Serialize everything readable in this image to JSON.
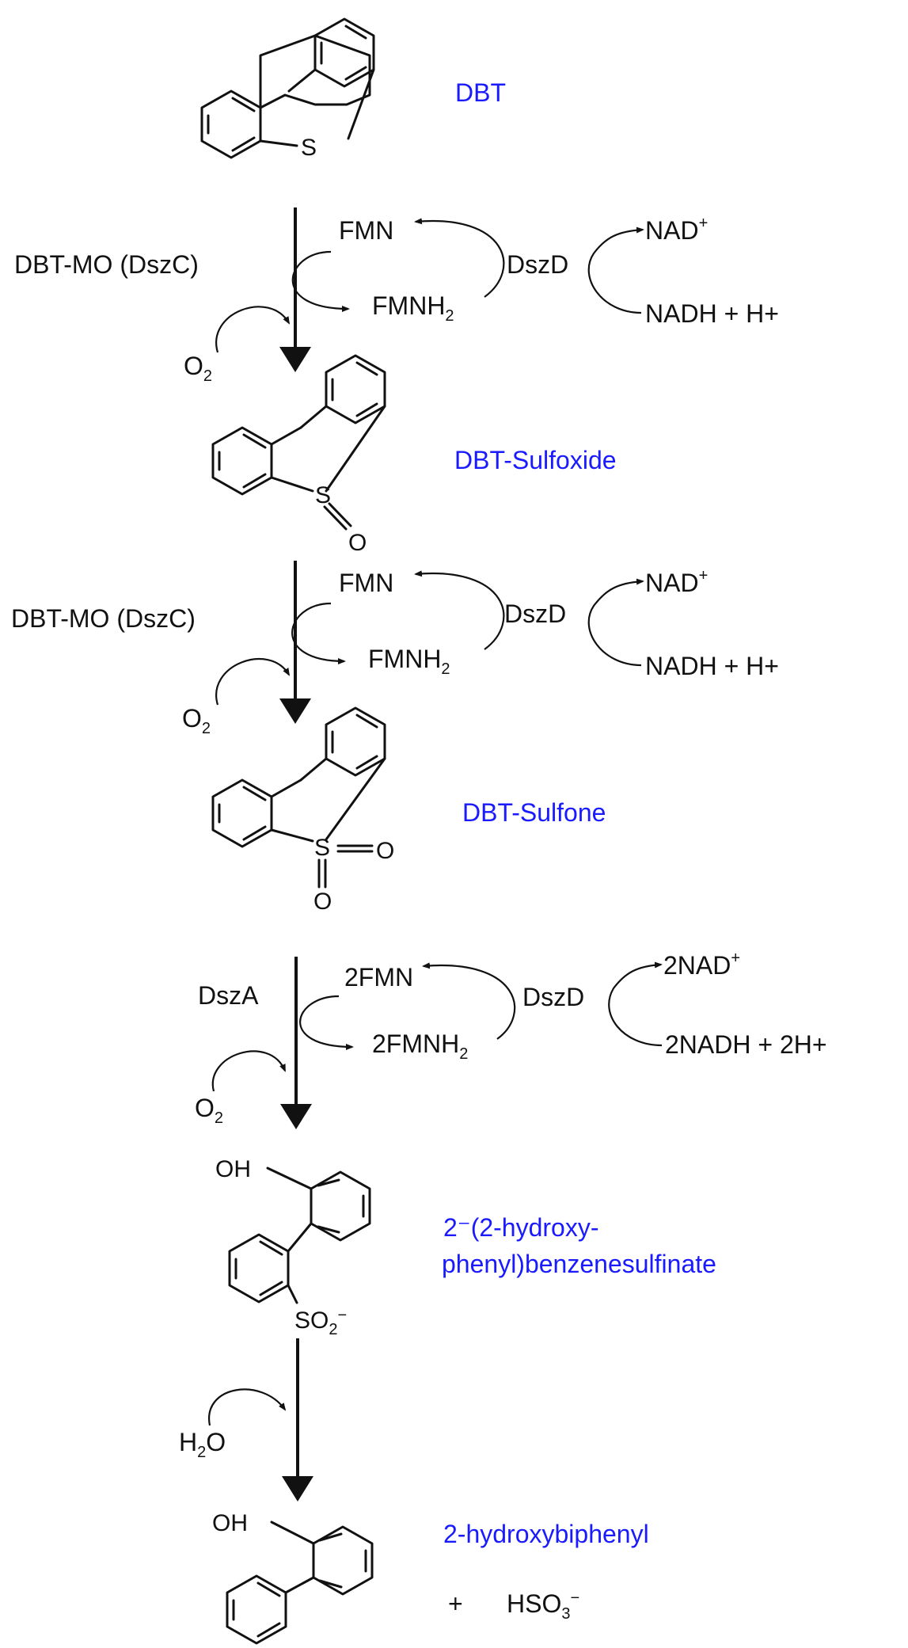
{
  "compounds": {
    "dbt": "DBT",
    "sulfoxide": "DBT-Sulfoxide",
    "sulfone": "DBT-Sulfone",
    "sulfinate_line1": "2⁻(2-hydroxy-",
    "sulfinate_line2": "phenyl)benzenesulfinate",
    "hbp": "2-hydroxybiphenyl"
  },
  "atoms": {
    "s": "S",
    "o": "O",
    "oh": "OH",
    "so2": "SO",
    "so2_sub": "2",
    "so2_sup": "−",
    "plus": "+",
    "hso": "HSO",
    "hso_sub": "3",
    "hso_sup": "−"
  },
  "steps": [
    {
      "enzyme": "DBT-MO (DszC)",
      "cofactor_ox": "FMN",
      "cofactor_red": "FMNH",
      "cofactor_red_sub": "2",
      "reductase": "DszD",
      "nad_ox": "NAD",
      "nad_ox_sup": "+",
      "nad_red": "NADH + H+",
      "cosubstrate": "O",
      "cosubstrate_sub": "2"
    },
    {
      "enzyme": "DBT-MO (DszC)",
      "cofactor_ox": "FMN",
      "cofactor_red": "FMNH",
      "cofactor_red_sub": "2",
      "reductase": "DszD",
      "nad_ox": "NAD",
      "nad_ox_sup": "+",
      "nad_red": "NADH + H+",
      "cosubstrate": "O",
      "cosubstrate_sub": "2"
    },
    {
      "enzyme": "DszA",
      "cofactor_ox": "2FMN",
      "cofactor_red": "2FMNH",
      "cofactor_red_sub": "2",
      "reductase": "DszD",
      "nad_ox": "2NAD",
      "nad_ox_sup": "+",
      "nad_red": "2NADH + 2H+",
      "cosubstrate": "O",
      "cosubstrate_sub": "2"
    }
  ],
  "hydrolysis": {
    "reagent": "H",
    "reagent_sub": "2",
    "reagent_tail": "O"
  },
  "colors": {
    "compound_label": "#1a1aff",
    "ink": "#111111",
    "background": "#ffffff"
  }
}
